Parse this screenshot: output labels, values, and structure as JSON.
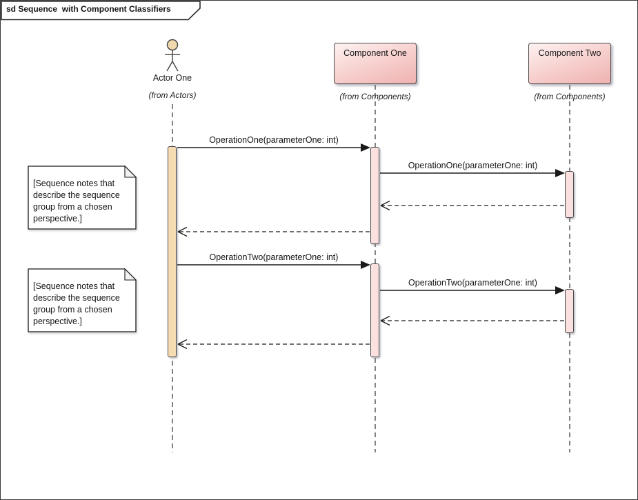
{
  "frame": {
    "title": "sd Sequence  with Component Classifiers"
  },
  "participants": {
    "actor": {
      "name": "Actor One",
      "location": "(from Actors)"
    },
    "component_one": {
      "name": "Component One",
      "location": "(from Components)"
    },
    "component_two": {
      "name": "Component Two",
      "location": "(from Components)"
    }
  },
  "messages": [
    {
      "label": "OperationOne(parameterOne: int)",
      "kind": "call"
    },
    {
      "label": "OperationOne(parameterOne: int)",
      "kind": "call"
    },
    {
      "label": "",
      "kind": "return"
    },
    {
      "label": "",
      "kind": "return"
    },
    {
      "label": "OperationTwo(parameterOne: int)",
      "kind": "call"
    },
    {
      "label": "OperationTwo(parameterOne: int)",
      "kind": "call"
    },
    {
      "label": "",
      "kind": "return"
    },
    {
      "label": "",
      "kind": "return"
    }
  ],
  "notes": [
    {
      "lines": [
        "[Sequence notes that",
        "describe the sequence",
        "group from a chosen",
        "perspective.]"
      ]
    },
    {
      "lines": [
        "[Sequence notes that",
        "describe the sequence",
        "group from a chosen",
        "perspective.]"
      ]
    }
  ],
  "colors": {
    "activation_tan": "#f6dcb3",
    "activation_pink": "#fbe0e0",
    "component_gradient_top": "#fdf2f1",
    "component_gradient_bottom": "#eeb2b0",
    "actor_head": "#f2d8ad",
    "stroke": "#4a4a4a",
    "line": "#1a1a1a",
    "note_fill": "#ffffff",
    "note_fold": "#f2f2f2"
  }
}
